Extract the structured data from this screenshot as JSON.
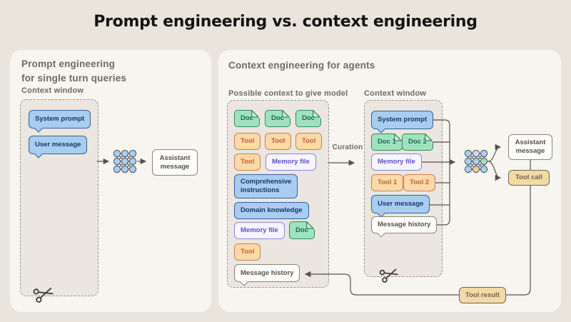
{
  "title": "Prompt engineering vs. context engineering",
  "left_panel": {
    "heading_line1": "Prompt engineering",
    "heading_line2": "for single turn queries",
    "context_window": {
      "label": "Context window",
      "items": [
        {
          "label": "System prompt",
          "type": "message"
        },
        {
          "label": "User message",
          "type": "message"
        }
      ]
    },
    "output": {
      "label": "Assistant message"
    }
  },
  "right_panel": {
    "heading": "Context engineering for agents",
    "curation_label": "Curation",
    "possible_context": {
      "label": "Possible context to give model",
      "items": [
        {
          "label": "Doc",
          "type": "doc"
        },
        {
          "label": "Doc",
          "type": "doc"
        },
        {
          "label": "Doc",
          "type": "doc"
        },
        {
          "label": "Tool",
          "type": "tool"
        },
        {
          "label": "Tool",
          "type": "tool"
        },
        {
          "label": "Tool",
          "type": "tool"
        },
        {
          "label": "Tool",
          "type": "tool"
        },
        {
          "label": "Memory file",
          "type": "memory"
        },
        {
          "label": "Comprehensive instructions",
          "type": "instructions"
        },
        {
          "label": "Domain knowledge",
          "type": "knowledge"
        },
        {
          "label": "Memory file",
          "type": "memory"
        },
        {
          "label": "Doc",
          "type": "doc"
        },
        {
          "label": "Tool",
          "type": "tool"
        },
        {
          "label": "Message history",
          "type": "history"
        }
      ]
    },
    "context_window": {
      "label": "Context window",
      "items": [
        {
          "label": "System prompt",
          "type": "message"
        },
        {
          "label": "Doc 1",
          "type": "doc"
        },
        {
          "label": "Doc 2",
          "type": "doc"
        },
        {
          "label": "Memory file",
          "type": "memory"
        },
        {
          "label": "Tool 1",
          "type": "tool"
        },
        {
          "label": "Tool 2",
          "type": "tool"
        },
        {
          "label": "User message",
          "type": "message"
        },
        {
          "label": "Message history",
          "type": "history"
        }
      ]
    },
    "outputs": {
      "assistant": "Assistant message",
      "tool_call": "Tool call",
      "tool_result": "Tool result"
    }
  },
  "icons": {
    "model": "neural-network-icon",
    "trim": "scissors-icon",
    "document": "document-fold-icon",
    "model_icon_node_colors_right": [
      "blue",
      "lavender",
      "blue",
      "blue",
      "blue",
      "green",
      "blue",
      "tan",
      "blue"
    ]
  },
  "palette": {
    "page_bg": "#E9E5DD",
    "card_bg": "#F7F5F0",
    "container_bg": "#EBE6DF",
    "blue_fill": "#A9CDEF",
    "blue_border": "#33619E",
    "blue_text": "#16386B",
    "green_fill": "#9FE2C0",
    "green_border": "#2F8A5C",
    "green_text": "#17694A",
    "orange_fill": "#FBD9A9",
    "orange_border": "#D07E4A",
    "orange_text": "#C2612E",
    "purple_fill": "#F6F4FE",
    "purple_border": "#8F83DA",
    "purple_text": "#6450C8",
    "neutral_fill": "#FDFCFA",
    "neutral_border": "#8A857C",
    "neutral_text": "#57534B",
    "tan_fill": "#F3DAA4",
    "tan_border": "#6B6557",
    "heading_text": "#6E6A61",
    "line": "#55514A",
    "title_text": "#141414"
  }
}
